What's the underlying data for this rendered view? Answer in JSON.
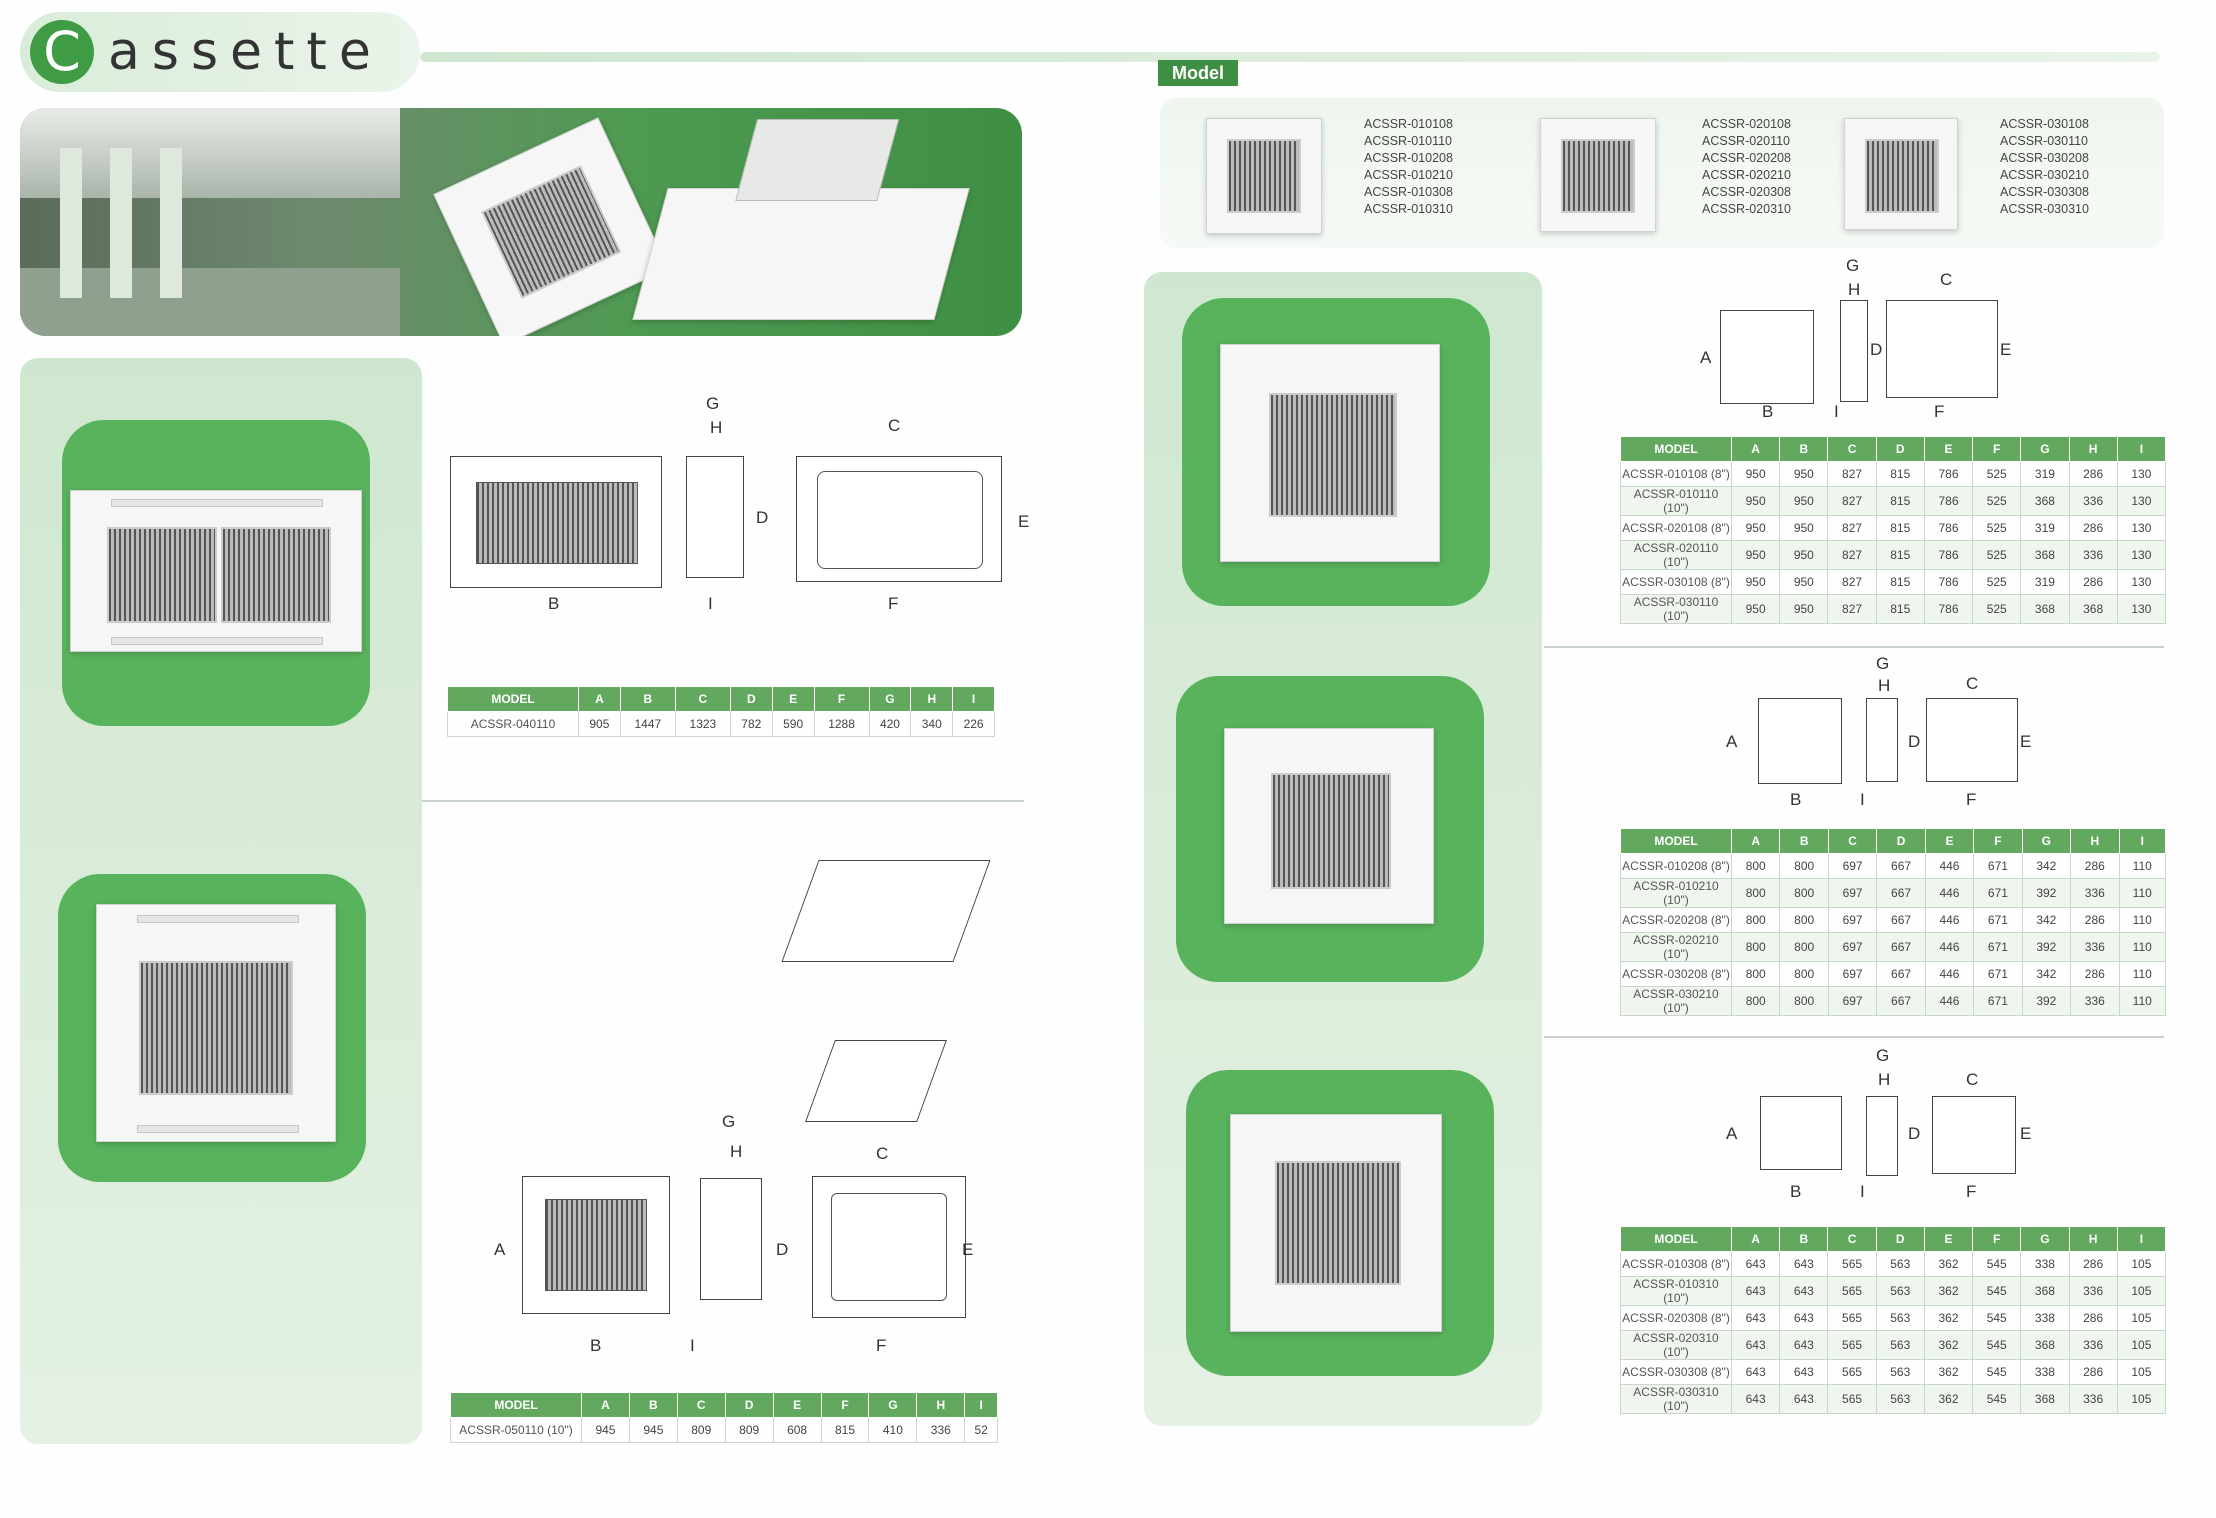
{
  "title": {
    "initial": "C",
    "rest": "assette"
  },
  "model_section_label": "Model",
  "model_lists": [
    [
      "ACSSR-010108",
      "ACSSR-010110",
      "ACSSR-010208",
      "ACSSR-010210",
      "ACSSR-010308",
      "ACSSR-010310"
    ],
    [
      "ACSSR-020108",
      "ACSSR-020110",
      "ACSSR-020208",
      "ACSSR-020210",
      "ACSSR-020308",
      "ACSSR-020310"
    ],
    [
      "ACSSR-030108",
      "ACSSR-030110",
      "ACSSR-030208",
      "ACSSR-030210",
      "ACSSR-030308",
      "ACSSR-030310"
    ]
  ],
  "dim_letters": [
    "A",
    "B",
    "C",
    "D",
    "E",
    "F",
    "G",
    "H",
    "I"
  ],
  "table_header": [
    "MODEL",
    "A",
    "B",
    "C",
    "D",
    "E",
    "F",
    "G",
    "H",
    "I"
  ],
  "tables": {
    "t040": [
      [
        "ACSSR-040110",
        "905",
        "1447",
        "1323",
        "782",
        "590",
        "1288",
        "420",
        "340",
        "226"
      ]
    ],
    "t050": [
      [
        "ACSSR-050110 (10\")",
        "945",
        "945",
        "809",
        "809",
        "608",
        "815",
        "410",
        "336",
        "52"
      ]
    ],
    "t01": [
      [
        "ACSSR-010108 (8\")",
        "950",
        "950",
        "827",
        "815",
        "786",
        "525",
        "319",
        "286",
        "130"
      ],
      [
        "ACSSR-010110 (10\")",
        "950",
        "950",
        "827",
        "815",
        "786",
        "525",
        "368",
        "336",
        "130"
      ],
      [
        "ACSSR-020108 (8\")",
        "950",
        "950",
        "827",
        "815",
        "786",
        "525",
        "319",
        "286",
        "130"
      ],
      [
        "ACSSR-020110 (10\")",
        "950",
        "950",
        "827",
        "815",
        "786",
        "525",
        "368",
        "336",
        "130"
      ],
      [
        "ACSSR-030108 (8\")",
        "950",
        "950",
        "827",
        "815",
        "786",
        "525",
        "319",
        "286",
        "130"
      ],
      [
        "ACSSR-030110 (10\")",
        "950",
        "950",
        "827",
        "815",
        "786",
        "525",
        "368",
        "368",
        "130"
      ]
    ],
    "t02": [
      [
        "ACSSR-010208 (8\")",
        "800",
        "800",
        "697",
        "667",
        "446",
        "671",
        "342",
        "286",
        "110"
      ],
      [
        "ACSSR-010210 (10\")",
        "800",
        "800",
        "697",
        "667",
        "446",
        "671",
        "392",
        "336",
        "110"
      ],
      [
        "ACSSR-020208 (8\")",
        "800",
        "800",
        "697",
        "667",
        "446",
        "671",
        "342",
        "286",
        "110"
      ],
      [
        "ACSSR-020210 (10\")",
        "800",
        "800",
        "697",
        "667",
        "446",
        "671",
        "392",
        "336",
        "110"
      ],
      [
        "ACSSR-030208 (8\")",
        "800",
        "800",
        "697",
        "667",
        "446",
        "671",
        "342",
        "286",
        "110"
      ],
      [
        "ACSSR-030210 (10\")",
        "800",
        "800",
        "697",
        "667",
        "446",
        "671",
        "392",
        "336",
        "110"
      ]
    ],
    "t03": [
      [
        "ACSSR-010308 (8\")",
        "643",
        "643",
        "565",
        "563",
        "362",
        "545",
        "338",
        "286",
        "105"
      ],
      [
        "ACSSR-010310 (10\")",
        "643",
        "643",
        "565",
        "563",
        "362",
        "545",
        "368",
        "336",
        "105"
      ],
      [
        "ACSSR-020308 (8\")",
        "643",
        "643",
        "565",
        "563",
        "362",
        "545",
        "338",
        "286",
        "105"
      ],
      [
        "ACSSR-020310 (10\")",
        "643",
        "643",
        "565",
        "563",
        "362",
        "545",
        "368",
        "336",
        "105"
      ],
      [
        "ACSSR-030308 (8\")",
        "643",
        "643",
        "565",
        "563",
        "362",
        "545",
        "338",
        "286",
        "105"
      ],
      [
        "ACSSR-030310 (10\")",
        "643",
        "643",
        "565",
        "563",
        "362",
        "545",
        "368",
        "336",
        "105"
      ]
    ]
  }
}
